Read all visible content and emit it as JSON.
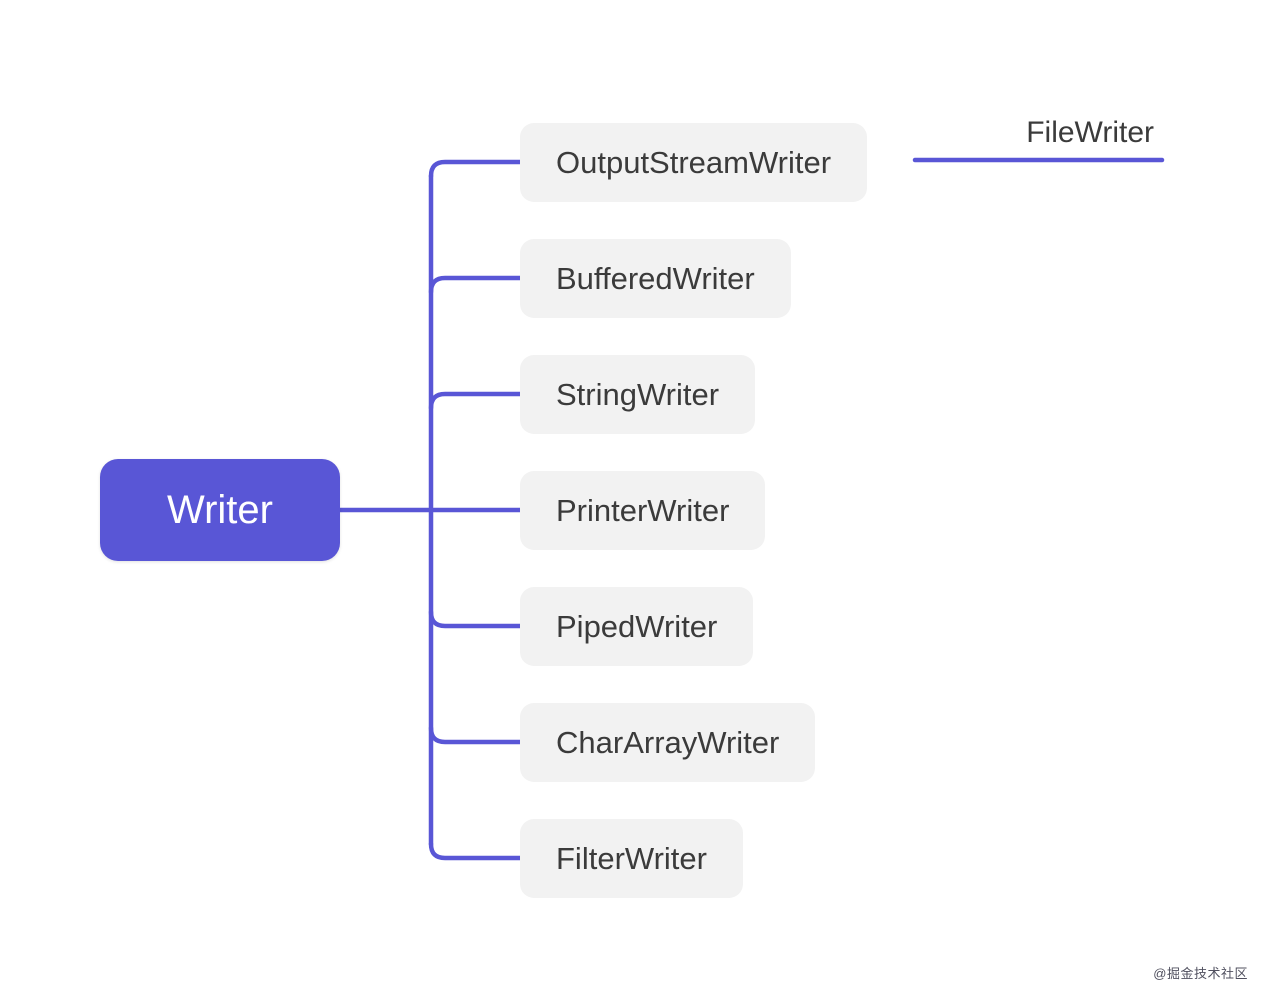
{
  "mindmap": {
    "root": {
      "label": "Writer"
    },
    "children": [
      {
        "label": "OutputStreamWriter"
      },
      {
        "label": "BufferedWriter"
      },
      {
        "label": "StringWriter"
      },
      {
        "label": "PrinterWriter"
      },
      {
        "label": "PipedWriter"
      },
      {
        "label": "CharArrayWriter"
      },
      {
        "label": "FilterWriter"
      }
    ],
    "grandchildren": [
      {
        "label": "FileWriter",
        "parent": "OutputStreamWriter"
      }
    ]
  },
  "watermark": {
    "text": "@掘金技术社区"
  },
  "colors": {
    "accent": "#5956d6",
    "root_bg": "#5956d6",
    "root_text": "#ffffff",
    "child_bg": "#f2f2f2",
    "child_text": "#3b3b3b",
    "background": "#ffffff"
  }
}
